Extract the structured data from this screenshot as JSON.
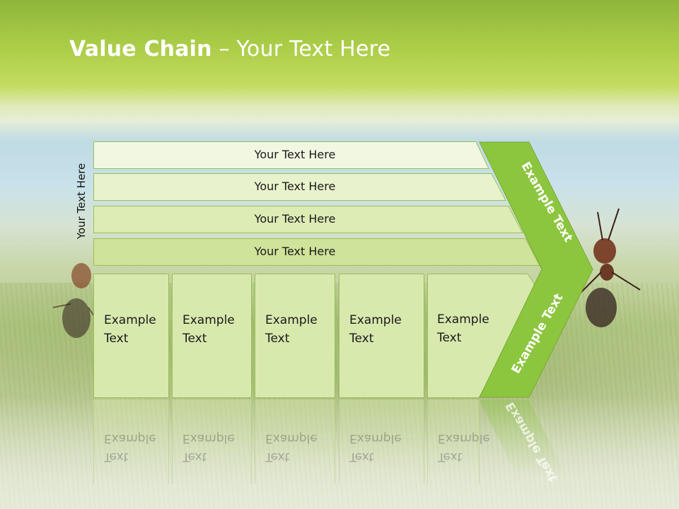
{
  "slide": {
    "title_bold": "Value Chain",
    "title_rest": " – Your Text Here",
    "side_label": "Your Text Here"
  },
  "rows": [
    {
      "label": "Your Text Here",
      "color": "#f2f7e2"
    },
    {
      "label": "Your Text Here",
      "color": "#e8f2cc"
    },
    {
      "label": "Your Text Here",
      "color": "#ddebb5"
    },
    {
      "label": "Your Text Here",
      "color": "#cfe39a"
    }
  ],
  "columns": [
    {
      "line1": "Example",
      "line2": "Text"
    },
    {
      "line1": "Example",
      "line2": "Text"
    },
    {
      "line1": "Example",
      "line2": "Text"
    },
    {
      "line1": "Example",
      "line2": "Text"
    },
    {
      "line1": "Example",
      "line2": "Text"
    }
  ],
  "chevron": {
    "top_label": "Example Text",
    "bottom_label": "Example Text",
    "color": "#8cc63f"
  },
  "colors": {
    "row_border": "#9bbf55",
    "column_fill": "#d8e9ae"
  }
}
